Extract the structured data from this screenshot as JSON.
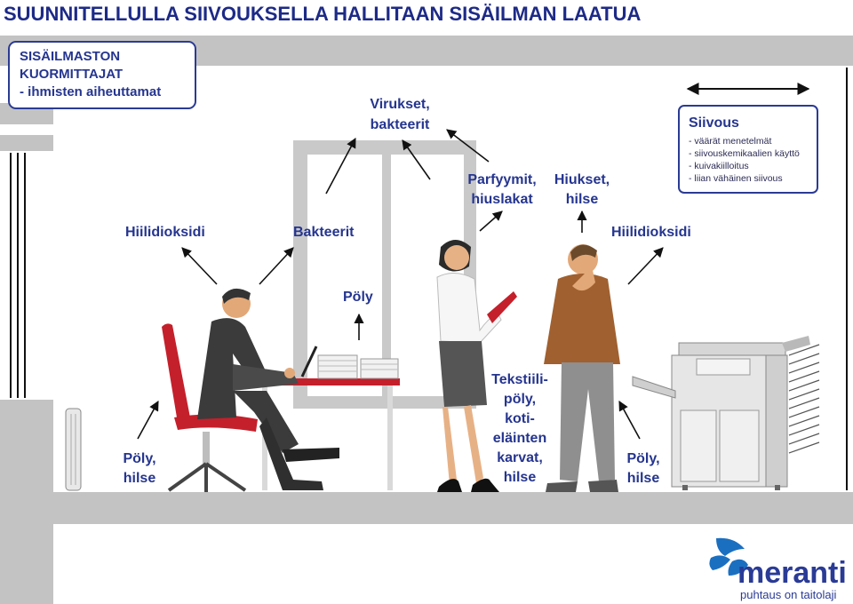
{
  "title": "SUUNNITELLULLA SIIVOUKSELLA HALLITAAN SISÄILMAN LAATUA",
  "loaders_box": {
    "line1": "SISÄILMASTON",
    "line2": "KUORMITTAJAT",
    "line3": "- ihmisten aiheuttamat"
  },
  "labels": {
    "virukset": [
      "Virukset,",
      "bakteerit"
    ],
    "parfyymit": [
      "Parfyymit,",
      "hiuslakat"
    ],
    "hiukset": [
      "Hiukset,",
      "hilse"
    ],
    "hiilidioksidi_left": "Hiilidioksidi",
    "bakteerit": "Bakteerit",
    "hiilidioksidi_right": "Hiilidioksidi",
    "poly": "Pöly",
    "poly_hilse_left": [
      "Pöly,",
      "hilse"
    ],
    "tekstiili": [
      "Tekstiili-",
      "pöly,",
      "koti-",
      "eläinten",
      "karvat,",
      "hilse"
    ],
    "poly_hilse_right": [
      "Pöly,",
      "hilse"
    ]
  },
  "siivous_box": {
    "title": "Siivous",
    "items": [
      "- väärät menetelmät",
      "- siivouskemikaalien käyttö",
      "- kuivakiilloitus",
      "- liian vähäinen siivous"
    ]
  },
  "logo": {
    "name": "meranti",
    "slogan": "puhtaus on taitolaji"
  },
  "colors": {
    "text_navy": "#25358f",
    "wall_gray": "#c3c3c3",
    "chair_red": "#c4202b",
    "logo_blue": "#1b6fc0"
  }
}
